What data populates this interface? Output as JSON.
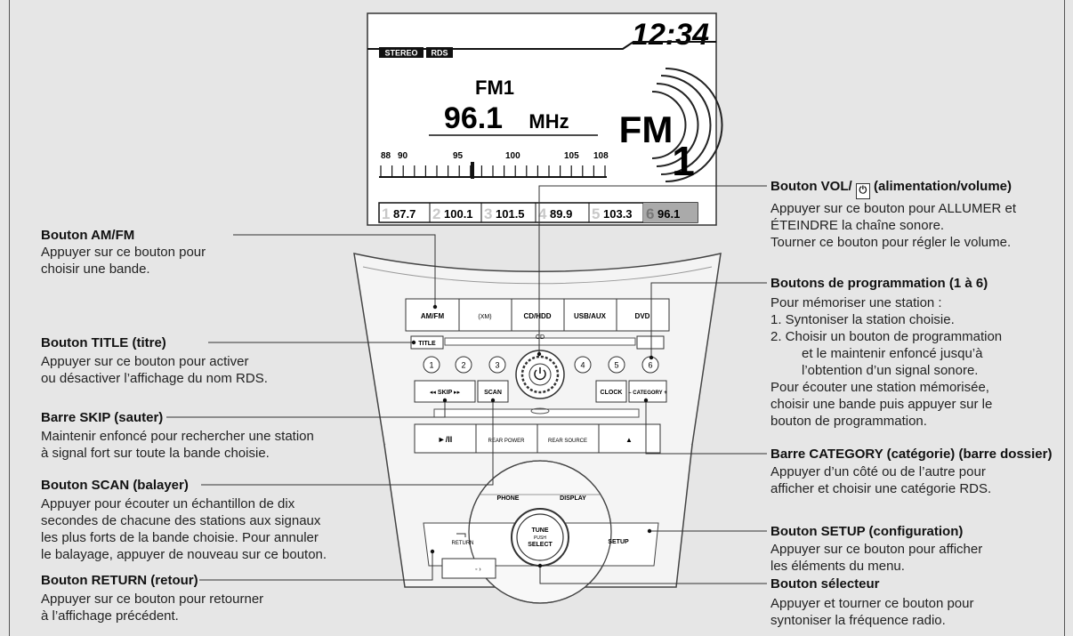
{
  "display": {
    "clock": "12:34",
    "badge_stereo": "STEREO",
    "badge_rds": "RDS",
    "band": "FM1",
    "frequency": "96.1",
    "unit": "MHz",
    "logo_text": "FM",
    "logo_num": "1",
    "scale_labels": [
      "88",
      "90",
      "95",
      "100",
      "105",
      "108"
    ],
    "presets": [
      {
        "num": "1",
        "freq": "87.7"
      },
      {
        "num": "2",
        "freq": "100.1"
      },
      {
        "num": "3",
        "freq": "101.5"
      },
      {
        "num": "4",
        "freq": "89.9"
      },
      {
        "num": "5",
        "freq": "103.3"
      },
      {
        "num": "6",
        "freq": "96.1"
      }
    ]
  },
  "panel": {
    "top_buttons": [
      "AM/FM",
      "(XM)",
      "CD/HDD",
      "USB/AUX",
      "DVD"
    ],
    "title_btn": "TITLE",
    "cd_label": "CD",
    "preset_numbers": [
      "1",
      "2",
      "3",
      "4",
      "5",
      "6"
    ],
    "skip_btn": "◂◂ SKIP ▸▸",
    "scan_btn": "SCAN",
    "clock_btn": "CLOCK",
    "category_btn": "– CATEGORY +",
    "play_btn": "►/II",
    "rear_power": "REAR POWER",
    "rear_source": "REAR SOURCE",
    "eject": "▲",
    "phone": "PHONE",
    "display_btn": "DISPLAY",
    "return_btn": "RETURN",
    "setup_btn": "SETUP",
    "knob_line1": "TUNE",
    "knob_line2": "PUSH",
    "knob_line3": "SELECT"
  },
  "callouts": {
    "amfm": {
      "title": "Bouton AM/FM",
      "lines": [
        "Appuyer sur ce bouton pour",
        "choisir une bande."
      ]
    },
    "title": {
      "title": "Bouton TITLE (titre)",
      "lines": [
        "Appuyer sur ce bouton pour activer",
        "ou désactiver l’affichage du nom RDS."
      ]
    },
    "skip": {
      "title": "Barre SKIP (sauter)",
      "lines": [
        "Maintenir enfoncé pour rechercher une station",
        "à signal fort sur toute la bande choisie."
      ]
    },
    "scan": {
      "title": "Bouton SCAN (balayer)",
      "lines": [
        "Appuyer pour écouter un échantillon de dix",
        "secondes de chacune des stations aux signaux",
        "les plus forts de la bande choisie. Pour annuler",
        "le balayage, appuyer de nouveau sur ce bouton."
      ]
    },
    "return": {
      "title": "Bouton RETURN (retour)",
      "lines": [
        "Appuyer sur ce bouton pour retourner",
        "à l’affichage précédent."
      ]
    },
    "vol": {
      "title_pre": "Bouton VOL/",
      "title_post": "(alimentation/volume)",
      "lines": [
        "Appuyer sur ce bouton pour ALLUMER et",
        "ÉTEINDRE la chaîne sonore.",
        "Tourner ce bouton pour régler le volume."
      ]
    },
    "presets": {
      "title": "Boutons de programmation (1 à 6)",
      "lines": [
        "Pour mémoriser une station :",
        "1. Syntoniser la station choisie.",
        "2. Choisir un bouton de programmation"
      ],
      "indent_lines": [
        "et le maintenir enfoncé jusqu’à",
        "l’obtention d’un signal sonore."
      ],
      "lines2": [
        "Pour écouter une station mémorisée,",
        "choisir une bande puis appuyer sur le",
        "bouton de programmation."
      ]
    },
    "category": {
      "title": "Barre CATEGORY (catégorie) (barre dossier)",
      "lines": [
        "Appuyer d’un côté ou de l’autre pour",
        "afficher et choisir une catégorie RDS."
      ]
    },
    "setup": {
      "title": "Bouton SETUP (configuration)",
      "lines": [
        "Appuyer sur ce bouton pour afficher",
        "les éléments du menu."
      ]
    },
    "selector": {
      "title": "Bouton sélecteur",
      "lines": [
        "Appuyer et tourner ce bouton pour",
        "syntoniser la fréquence radio."
      ]
    }
  }
}
